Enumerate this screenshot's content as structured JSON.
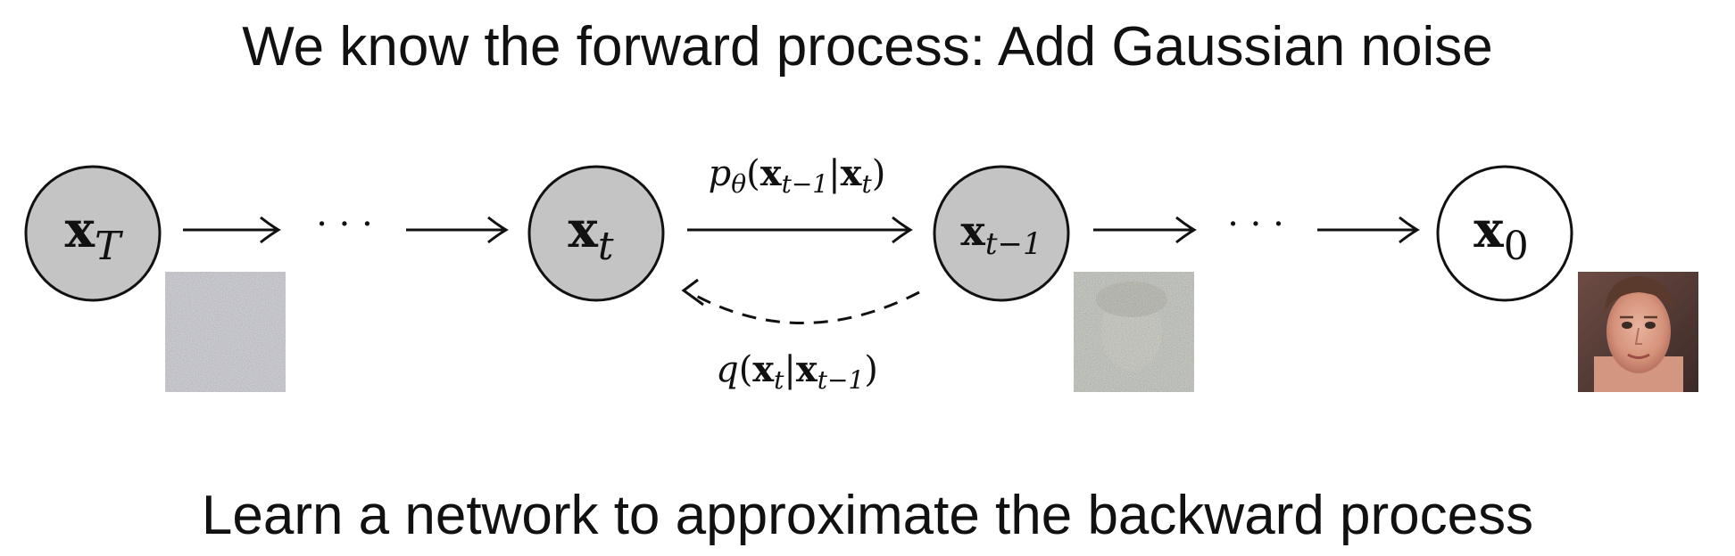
{
  "titles": {
    "top": "We know the forward process: Add Gaussian noise",
    "bottom": "Learn a network to approximate the backward process"
  },
  "nodes": [
    {
      "id": "xT",
      "base": "x",
      "sub": "T",
      "filled": true
    },
    {
      "id": "xt",
      "base": "x",
      "sub": "t",
      "filled": true
    },
    {
      "id": "xt-1",
      "base": "x",
      "sub": "t−1",
      "filled": true
    },
    {
      "id": "x0",
      "base": "x",
      "sub": "0",
      "filled": false
    }
  ],
  "ellipsis": "· · ·",
  "edges": {
    "reverse_label": {
      "fn": "p",
      "fn_sub": "θ",
      "open": "(",
      "a": "x",
      "a_sub": "t−1",
      "bar": "|",
      "b": "x",
      "b_sub": "t",
      "close": ")"
    },
    "forward_label": {
      "fn": "q",
      "open": "(",
      "a": "x",
      "a_sub": "t",
      "bar": "|",
      "b": "x",
      "b_sub": "t−1",
      "close": ")"
    }
  },
  "colors": {
    "node_fill": "#c4c4c4",
    "node_stroke": "#111111",
    "arrow": "#111111"
  },
  "images": {
    "pure_noise": "noise-image",
    "partially_noised": "partially-noised-face-image",
    "clean_face": "clean-face-image"
  }
}
